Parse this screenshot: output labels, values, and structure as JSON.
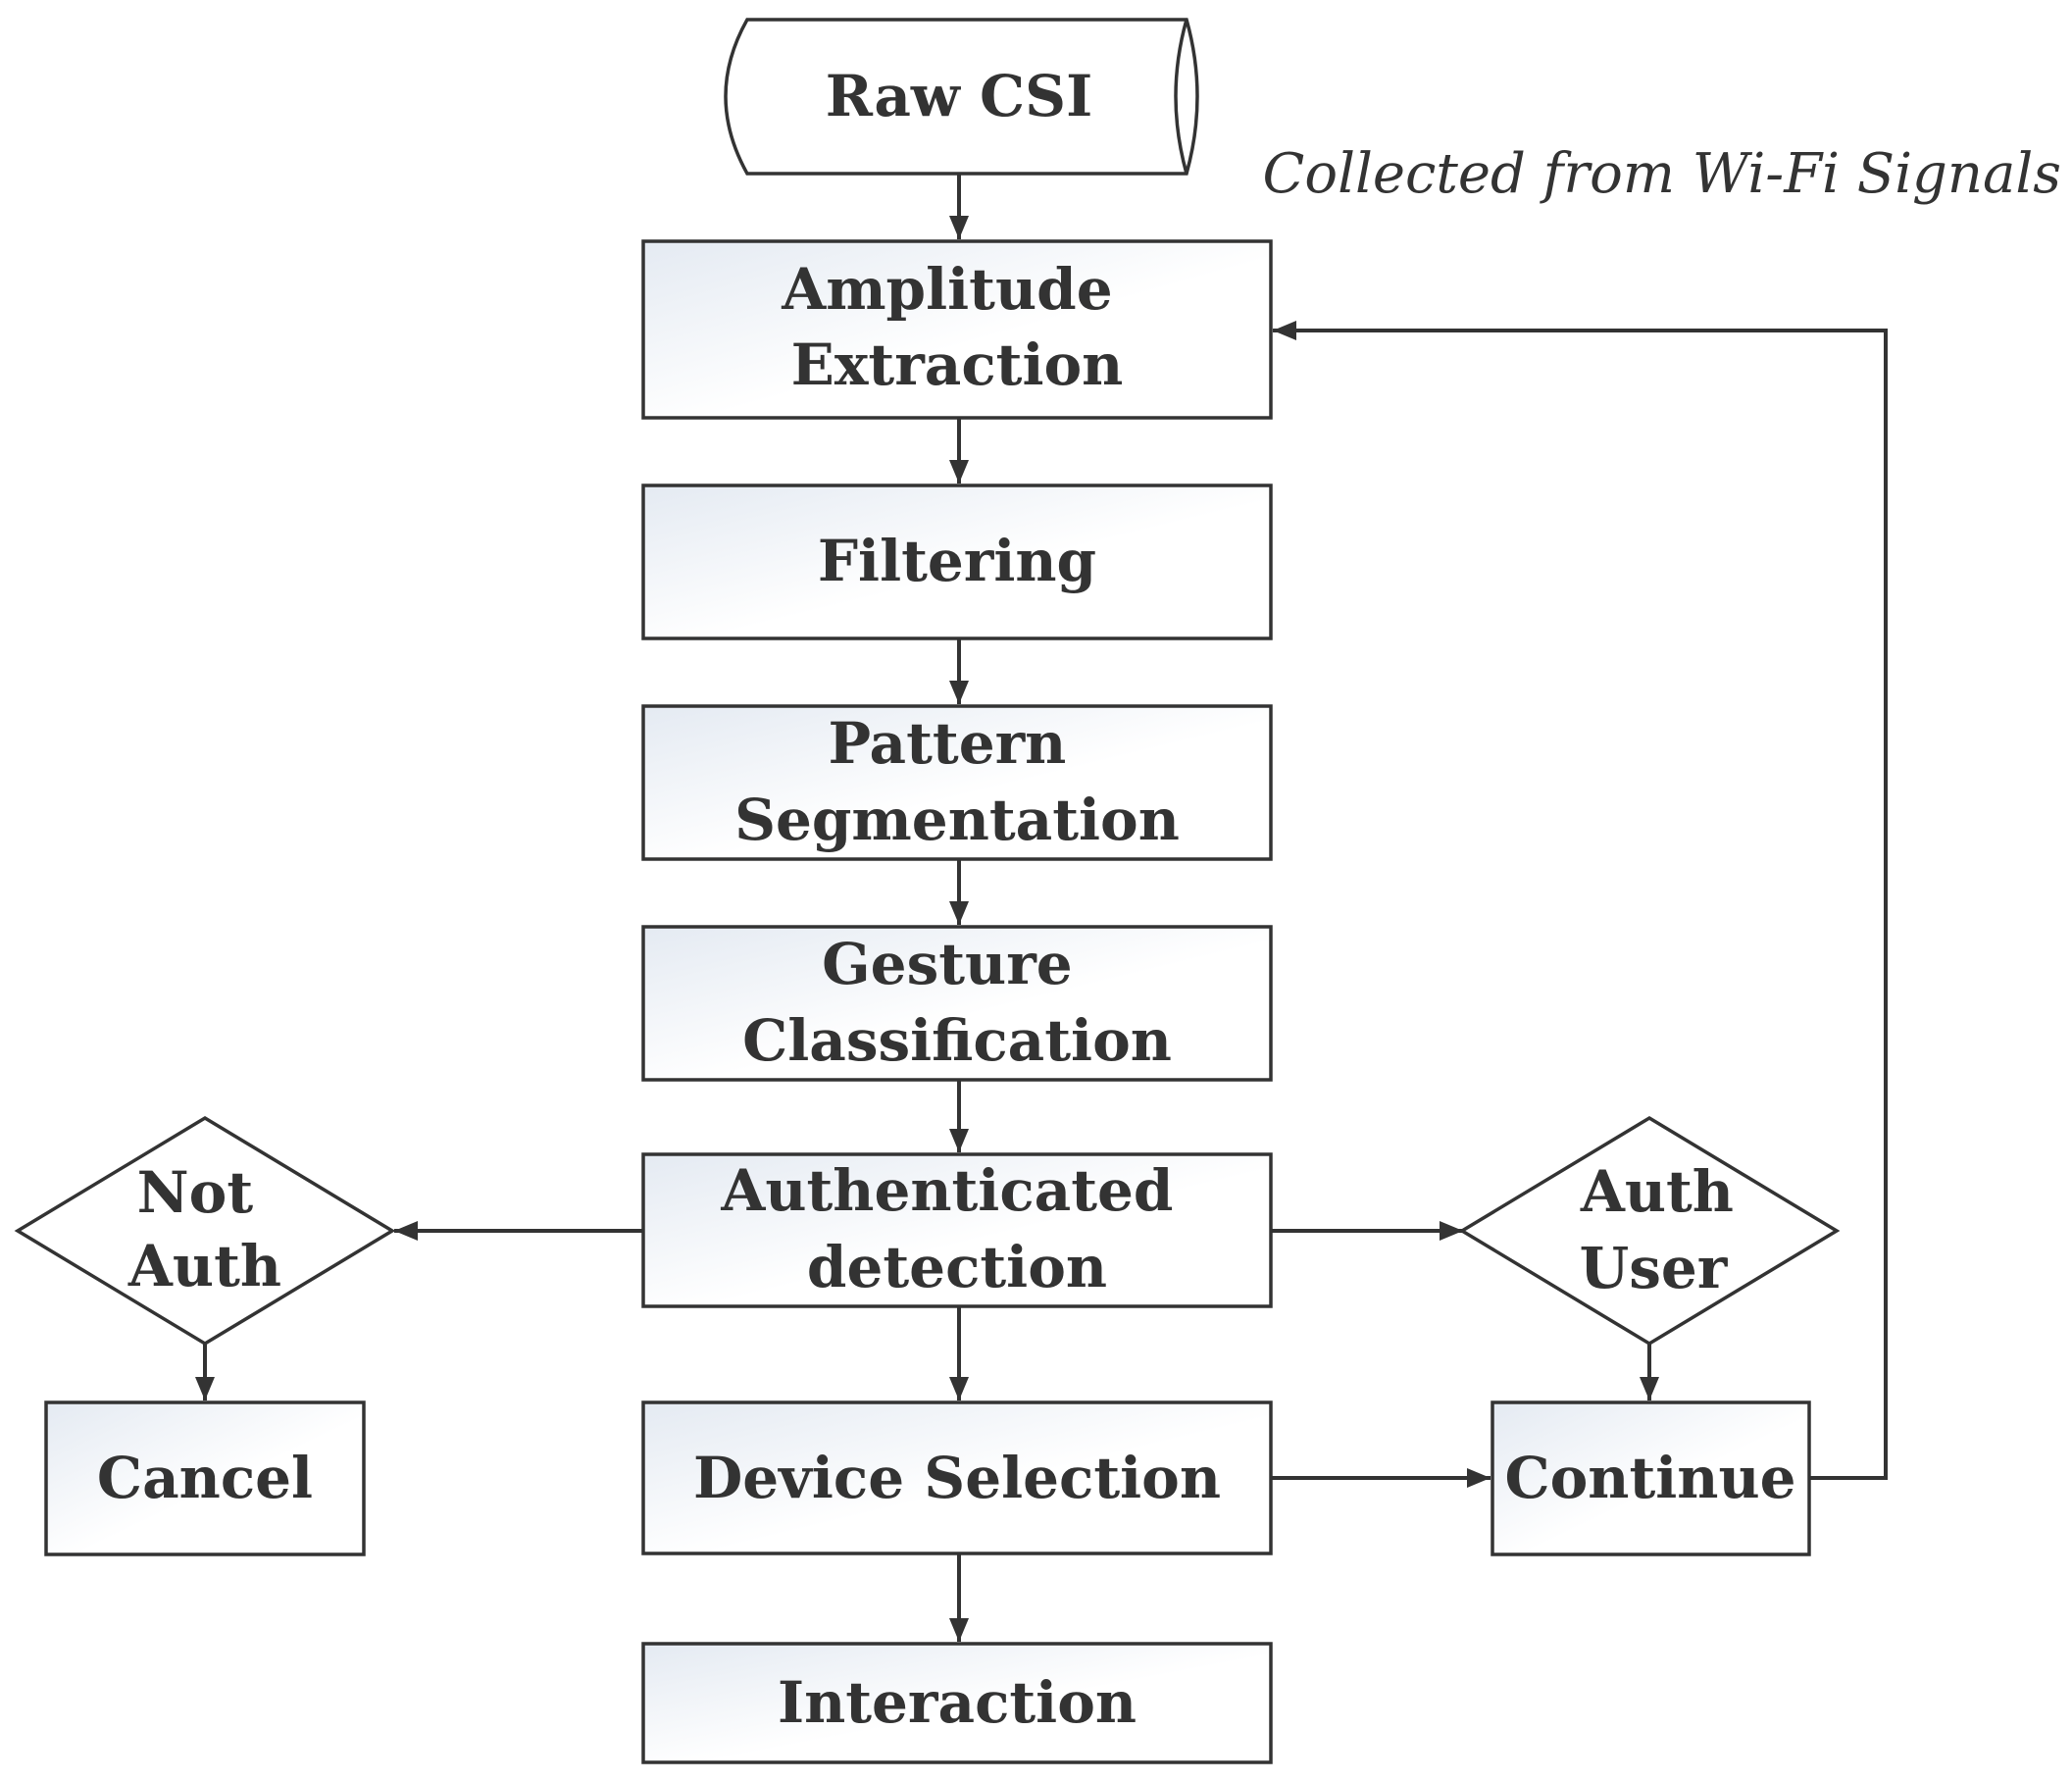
{
  "diagram": {
    "nodes": {
      "raw_csi": {
        "lines": [
          "Raw CSI"
        ]
      },
      "amplitude": {
        "lines": [
          "Amplitude",
          "Extraction"
        ]
      },
      "filtering": {
        "lines": [
          "Filtering"
        ]
      },
      "pattern": {
        "lines": [
          "Pattern",
          "Segmentation"
        ]
      },
      "gesture": {
        "lines": [
          "Gesture",
          "Classification"
        ]
      },
      "authenticated": {
        "lines": [
          "Authenticated",
          "detection"
        ]
      },
      "not_auth": {
        "lines": [
          "Not",
          "Auth"
        ]
      },
      "auth_user": {
        "lines": [
          "Auth",
          "User"
        ]
      },
      "cancel": {
        "lines": [
          "Cancel"
        ]
      },
      "device_selection": {
        "lines": [
          "Device Selection"
        ]
      },
      "continue": {
        "lines": [
          "Continue"
        ]
      },
      "interaction": {
        "lines": [
          "Interaction"
        ]
      }
    },
    "annotation": "Collected from Wi-Fi Signals",
    "colors": {
      "stroke": "#333333",
      "box_fill_start": "#e6ebf2",
      "box_fill_end": "#ffffff",
      "text": "#333333"
    }
  }
}
